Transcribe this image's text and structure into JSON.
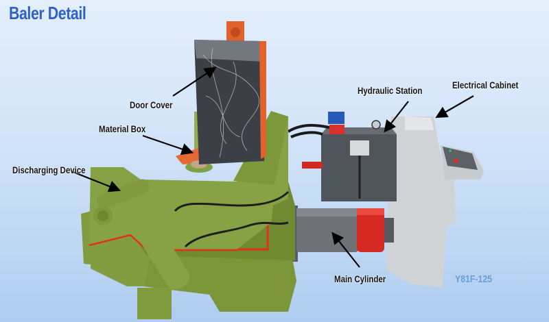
{
  "title": "Baler Detail",
  "model": "Y81F-125",
  "labels": {
    "door_cover": "Door Cover",
    "material_box": "Material Box",
    "discharging_device": "Discharging Device",
    "hydraulic_station": "Hydraulic Station",
    "electrical_cabinet": "Electrical Cabinet",
    "main_cylinder": "Main Cylinder"
  },
  "colors": {
    "title": "#2f62c9",
    "model": "#6a9fd6",
    "machine_green": "#7d9a3c",
    "accent_red": "#e0301e",
    "cabinet_gray": "#d2d5d8",
    "station_gray": "#55595e"
  }
}
